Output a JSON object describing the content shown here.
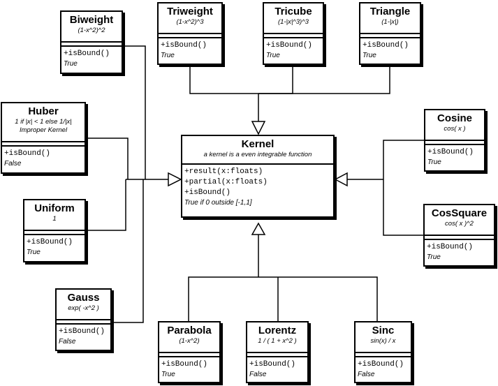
{
  "kernel": {
    "name": "Kernel",
    "description": "a kernel is a even integrable function",
    "operations": [
      "+result(x:floats)",
      "+partial(x:floats)",
      "+isBound()"
    ],
    "note": "True if 0 outside [-1,1]"
  },
  "classes": {
    "biweight": {
      "name": "Biweight",
      "formula": "(1-x^2)^2",
      "method": "+isBound()",
      "returns": "True"
    },
    "triweight": {
      "name": "Triweight",
      "formula": "(1-x^2)^3",
      "method": "+isBound()",
      "returns": "True"
    },
    "tricube": {
      "name": "Tricube",
      "formula": "(1-|x|^3)^3",
      "method": "+isBound()",
      "returns": "True"
    },
    "triangle": {
      "name": "Triangle",
      "formula": "(1-|x|)",
      "method": "+isBound()",
      "returns": "True"
    },
    "huber": {
      "name": "Huber",
      "formula": "1 if |x| < 1 else 1/|x|",
      "formula2": "Improper Kernel",
      "method": "+isBound()",
      "returns": "False"
    },
    "cosine": {
      "name": "Cosine",
      "formula": "cos( x )",
      "method": "+isBound()",
      "returns": "True"
    },
    "uniform": {
      "name": "Uniform",
      "formula": "1",
      "method": "+isBound()",
      "returns": "True"
    },
    "cossquare": {
      "name": "CosSquare",
      "formula": "cos( x )^2",
      "method": "+isBound()",
      "returns": "True"
    },
    "gauss": {
      "name": "Gauss",
      "formula": "exp( -x^2 )",
      "method": "+isBound()",
      "returns": "False"
    },
    "parabola": {
      "name": "Parabola",
      "formula": "(1-x^2)",
      "method": "+isBound()",
      "returns": "True"
    },
    "lorentz": {
      "name": "Lorentz",
      "formula": "1 / ( 1 + x^2 )",
      "method": "+isBound()",
      "returns": "False"
    },
    "sinc": {
      "name": "Sinc",
      "formula": "sin(x) / x",
      "method": "+isBound()",
      "returns": "False"
    }
  },
  "colors": {
    "line": "#000000",
    "fill": "#ffffff"
  }
}
